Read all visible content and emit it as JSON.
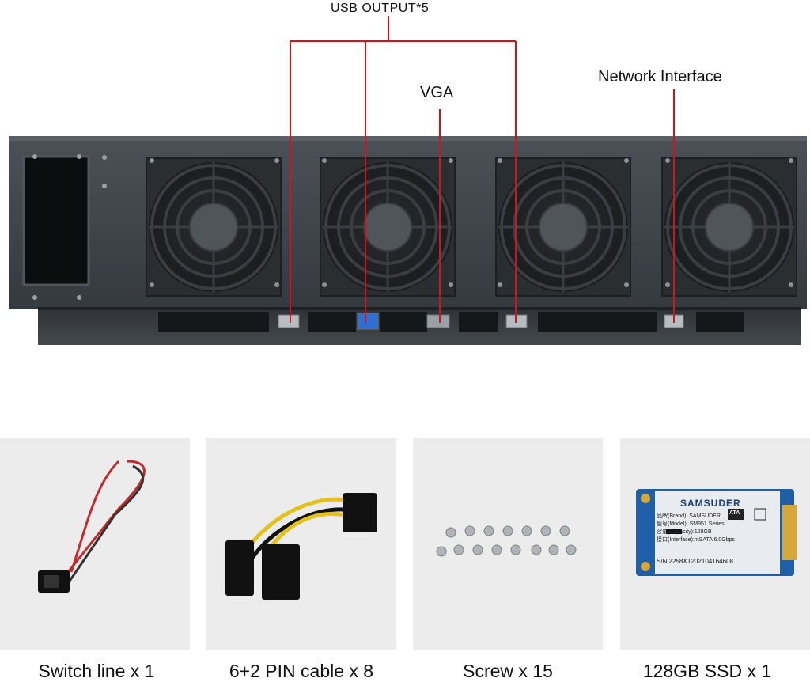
{
  "callouts": {
    "usb": "USB OUTPUT*5",
    "vga": "VGA",
    "network": "Network Interface"
  },
  "accessories": [
    {
      "caption": "Switch line x 1"
    },
    {
      "caption": "6+2 PIN cable x 8"
    },
    {
      "caption": "Screw x 15"
    },
    {
      "caption": "128GB SSD x 1"
    }
  ],
  "ssd_label": {
    "brand": "SAMSUDER",
    "line_brand": "品牌(Brand): SAMSUDER",
    "line_model": "型号(Model): SM951 Series",
    "line_capacity": "容量(Capacity):128GB",
    "line_interface": "接口(Interface):mSATA 6.0Gbps",
    "serial": "S/N:2258XT202104164608",
    "ata_badge": "ATA"
  },
  "colors": {
    "callout_line": "#d0161c",
    "case_body": "#3d4247",
    "accessory_bg": "#ececec",
    "ssd_pcb": "#1f5fa8"
  }
}
